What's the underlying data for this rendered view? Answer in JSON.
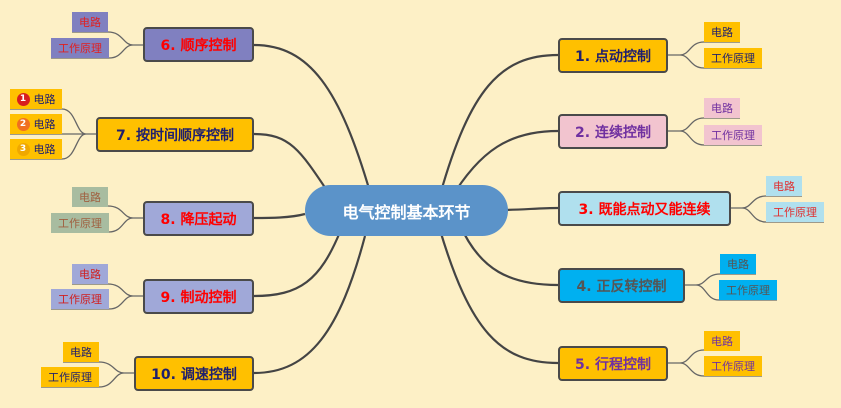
{
  "center": {
    "label": "电气控制基本环节"
  },
  "nodes": [
    {
      "label": "1. 点动控制",
      "bg": "#ffc000",
      "color": "#1f1f6e",
      "leaves": [
        "电路",
        "工作原理"
      ]
    },
    {
      "label": "2. 连续控制",
      "bg": "#f2c4cf",
      "color": "#7030a0",
      "leaves": [
        "电路",
        "工作原理"
      ]
    },
    {
      "label": "3. 既能点动又能连续",
      "bg": "#b0e0ee",
      "color": "#ff0000",
      "leaves": [
        "电路",
        "工作原理"
      ]
    },
    {
      "label": "4. 正反转控制",
      "bg": "#00b0f0",
      "color": "#555555",
      "leaves": [
        "电路",
        "工作原理"
      ]
    },
    {
      "label": "5. 行程控制",
      "bg": "#ffc000",
      "color": "#7030a0",
      "leaves": [
        "电路",
        "工作原理"
      ]
    },
    {
      "label": "6. 顺序控制",
      "bg": "#8080c0",
      "color": "#ff0000",
      "leaves": [
        "电路",
        "工作原理"
      ]
    },
    {
      "label": "7. 按时间顺序控制",
      "bg": "#ffc000",
      "color": "#1f1f6e",
      "leaves": [
        "电路",
        "电路",
        "电路"
      ],
      "badges": [
        "1",
        "2",
        "3"
      ]
    },
    {
      "label": "8. 降压起动",
      "bg": "#a0a8d8",
      "color": "#ff0000",
      "leaves": [
        "电路",
        "工作原理"
      ]
    },
    {
      "label": "9. 制动控制",
      "bg": "#a0a8d8",
      "color": "#ff0000",
      "leaves": [
        "电路",
        "工作原理"
      ]
    },
    {
      "label": "10. 调速控制",
      "bg": "#ffc000",
      "color": "#1f1f6e",
      "leaves": [
        "电路",
        "工作原理"
      ]
    }
  ]
}
